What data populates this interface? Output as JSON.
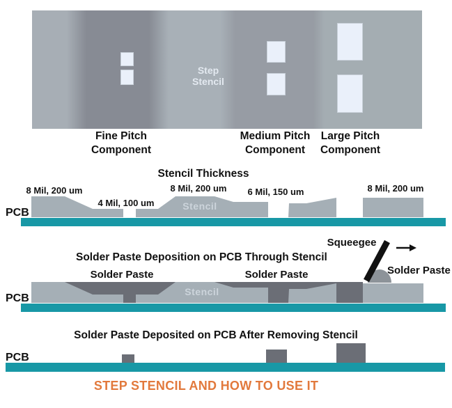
{
  "colors": {
    "pcb_teal": "#1898A6",
    "stencil_gray": "#A5AFB6",
    "solder_paste_gray": "#6B6E76",
    "paste_bead_gray": "#8D9399",
    "aperture_white": "#EAF0FA",
    "panel_dark_band": "#878B94",
    "panel_medium_band": "#979CA4",
    "panel_light_band": "#A7AEB5",
    "footer_orange": "#E2793C",
    "embedded_label_gray": "#CCD4DB",
    "text_black": "#111111"
  },
  "panel": {
    "step_label_line1": "Step",
    "step_label_line2": "Stencil",
    "components": [
      {
        "line1": "Fine Pitch",
        "line2": "Component"
      },
      {
        "line1": "Medium Pitch",
        "line2": "Component"
      },
      {
        "line1": "Large Pitch",
        "line2": "Component"
      }
    ]
  },
  "thickness": {
    "title": "Stencil Thickness",
    "labels": [
      "8 Mil, 200 um",
      "4 Mil, 100 um",
      "8 Mil, 200 um",
      "6 Mil, 150 um",
      "8 Mil, 200 um"
    ],
    "stencil_label": "Stencil",
    "pcb_label": "PCB"
  },
  "deposition": {
    "title": "Solder Paste Deposition on PCB Through Stencil",
    "squeegee_label": "Squeegee",
    "solder_paste_left": "Solder Paste",
    "solder_paste_mid": "Solder Paste",
    "solder_paste_right": "Solder Paste",
    "stencil_label": "Stencil",
    "pcb_label": "PCB"
  },
  "after_removal": {
    "title": "Solder Paste Deposited on PCB After Removing Stencil",
    "pcb_label": "PCB"
  },
  "footer": {
    "title": "STEP STENCIL AND HOW TO USE IT"
  }
}
